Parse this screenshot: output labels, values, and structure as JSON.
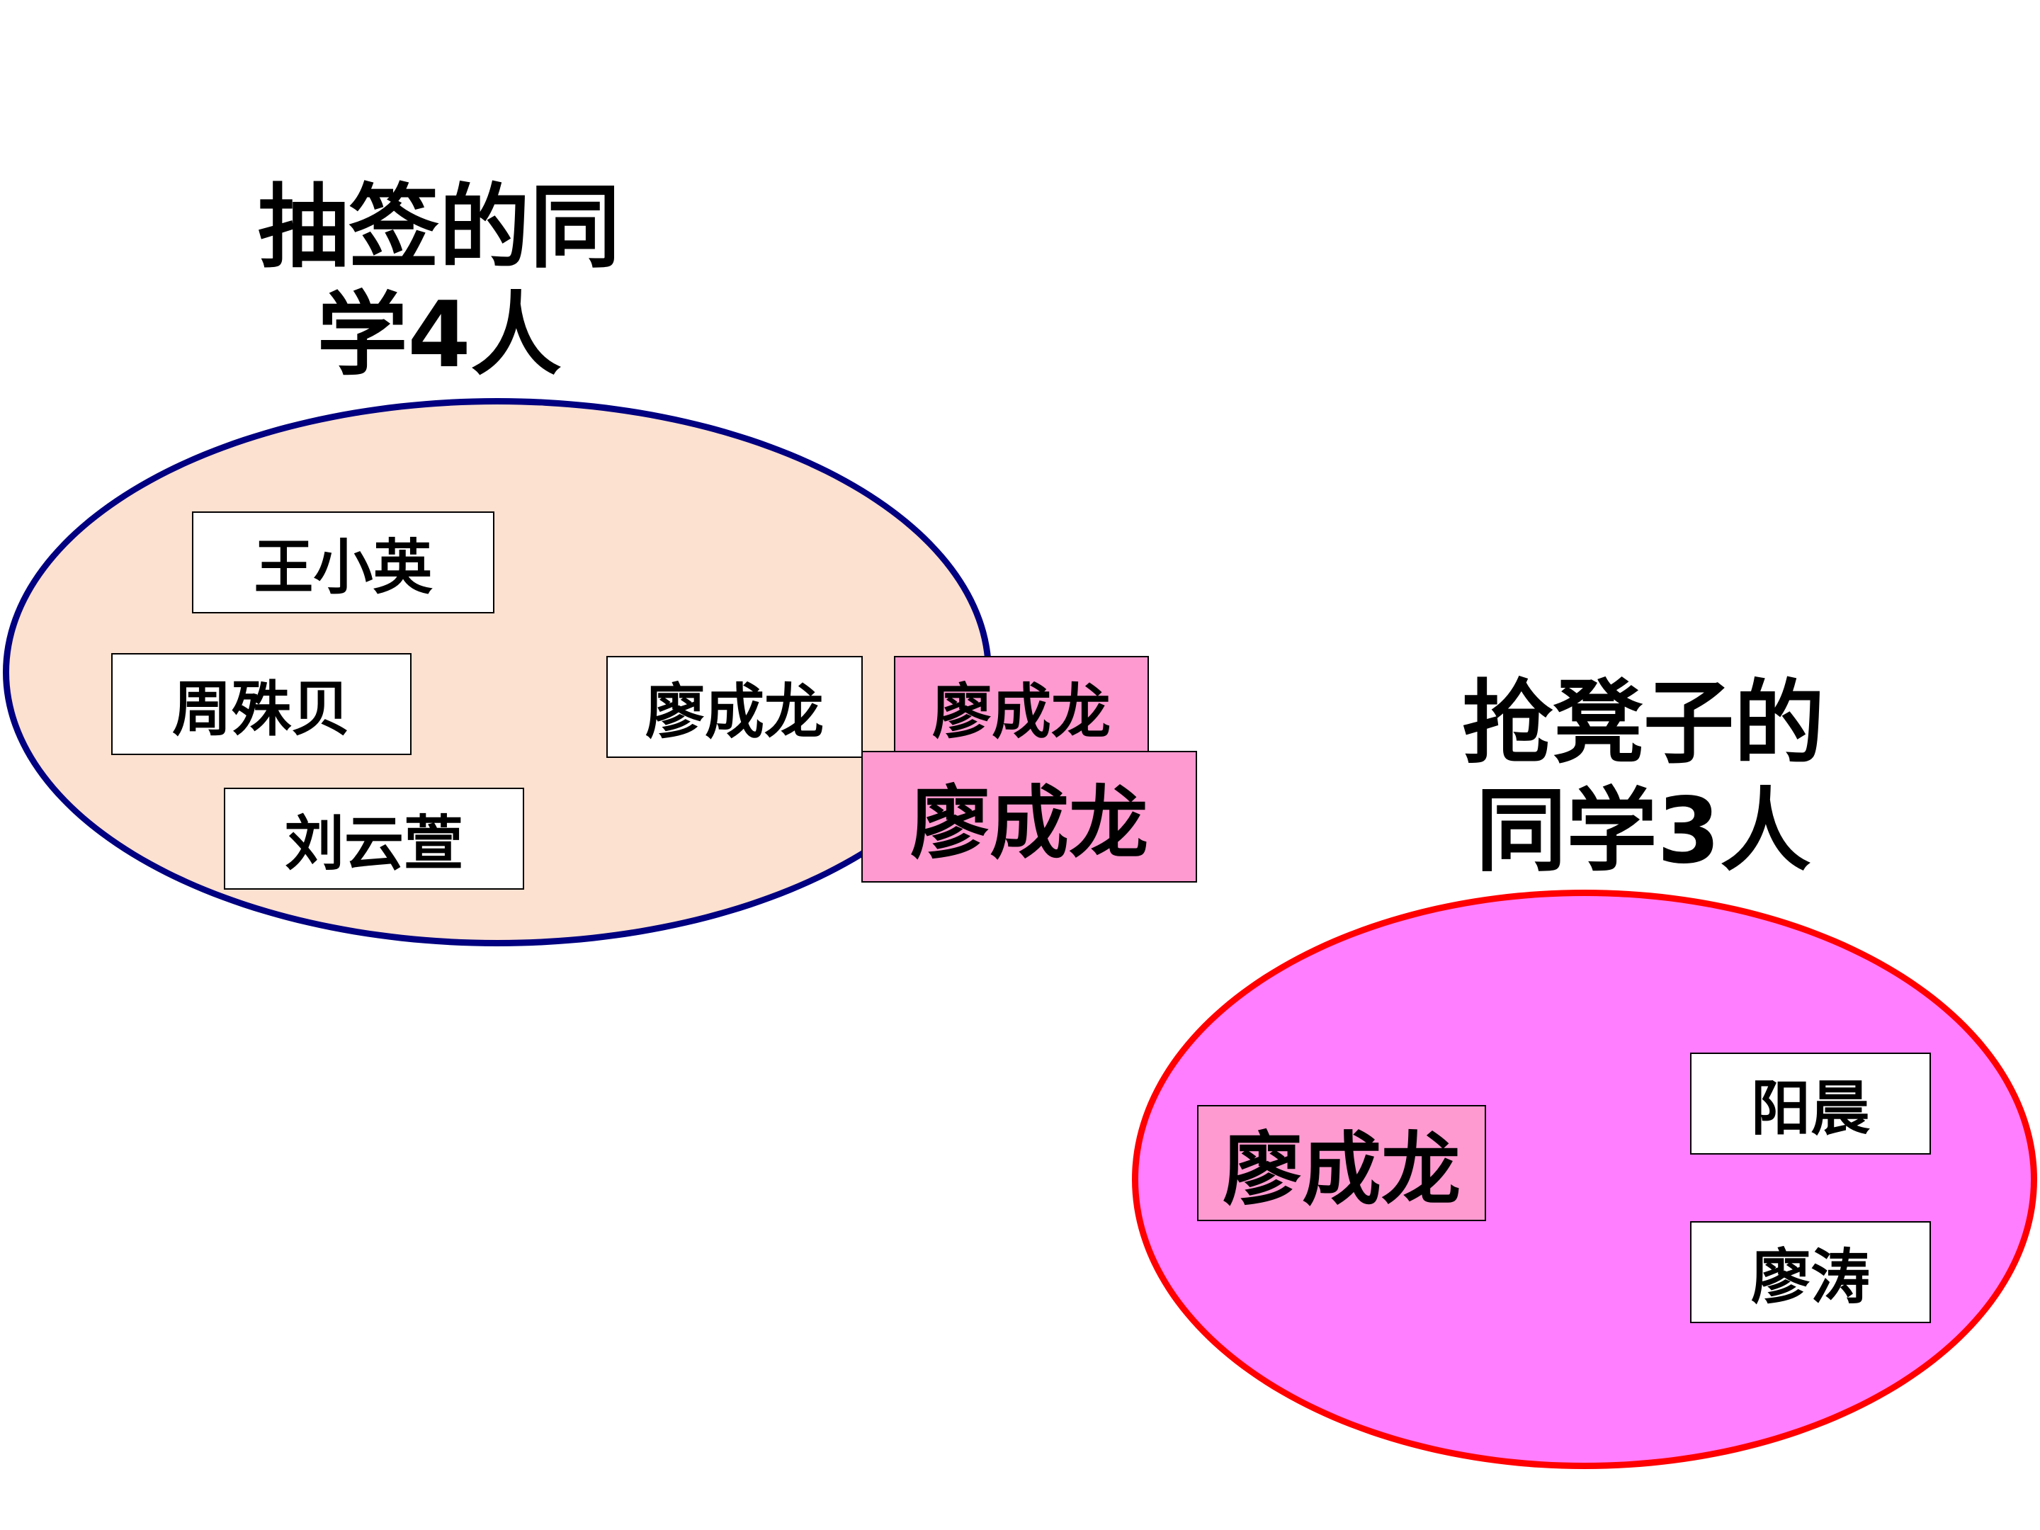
{
  "colors": {
    "left_circle_fill": "#fde1d0",
    "left_circle_border": "#000080",
    "right_circle_fill": "#ff7dff",
    "right_circle_border": "#ff0000",
    "highlight_box_fill": "#ff9ad0",
    "plain_box_fill": "#ffffff"
  },
  "left_group": {
    "title_line1": "抽签的同",
    "title_line2": "学4人",
    "names": {
      "wang": "王小英",
      "zhou": "周殊贝",
      "liu": "刘云萱",
      "liao_in_circle": "廖成龙",
      "liao_moving_small": "廖成龙",
      "liao_moving_large": "廖成龙"
    }
  },
  "right_group": {
    "title_line1": "抢凳子的",
    "title_line2": "同学3人",
    "names": {
      "liao": "廖成龙",
      "yang": "阳晨",
      "tao": "廖涛"
    }
  }
}
